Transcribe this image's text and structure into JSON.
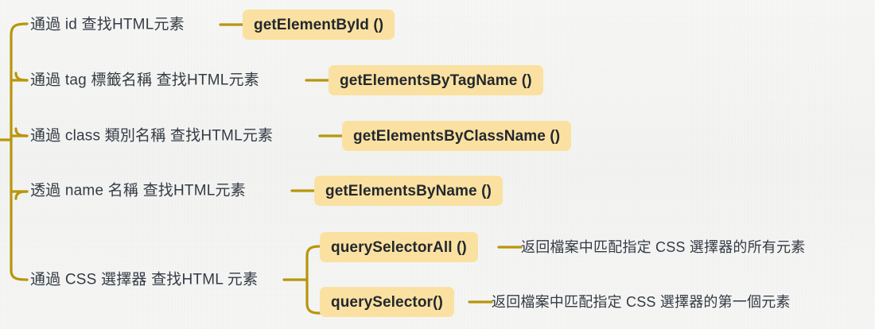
{
  "diagram": {
    "type": "mind-map",
    "title_present": false,
    "colors": {
      "background": "#f5f5f4",
      "branch_line": "#b8960c",
      "connector_line": "#b8960c",
      "pill_fill": "#fbe1a1",
      "pill_text": "#23282e",
      "label_text": "#343b44"
    },
    "branches": [
      {
        "id": "by-id",
        "label": "通過 id 查找HTML元素",
        "method": "getElementById ()",
        "children": []
      },
      {
        "id": "by-tag",
        "label": "通過 tag 標籤名稱 查找HTML元素",
        "method": "getElementsByTagName ()",
        "children": []
      },
      {
        "id": "by-class",
        "label": "通過 class 類別名稱 查找HTML元素",
        "method": "getElementsByClassName ()",
        "children": []
      },
      {
        "id": "by-name",
        "label": "透過 name 名稱 查找HTML元素",
        "method": "getElementsByName ()",
        "children": []
      },
      {
        "id": "by-css",
        "label": "通過 CSS 選擇器 查找HTML 元素",
        "method": null,
        "children": [
          {
            "id": "query-selector-all",
            "method": "querySelectorAll ()",
            "description": "返回檔案中匹配指定 CSS 選擇器的所有元素"
          },
          {
            "id": "query-selector",
            "method": "querySelector()",
            "description": "返回檔案中匹配指定 CSS 選擇器的第一個元素"
          }
        ]
      }
    ]
  }
}
